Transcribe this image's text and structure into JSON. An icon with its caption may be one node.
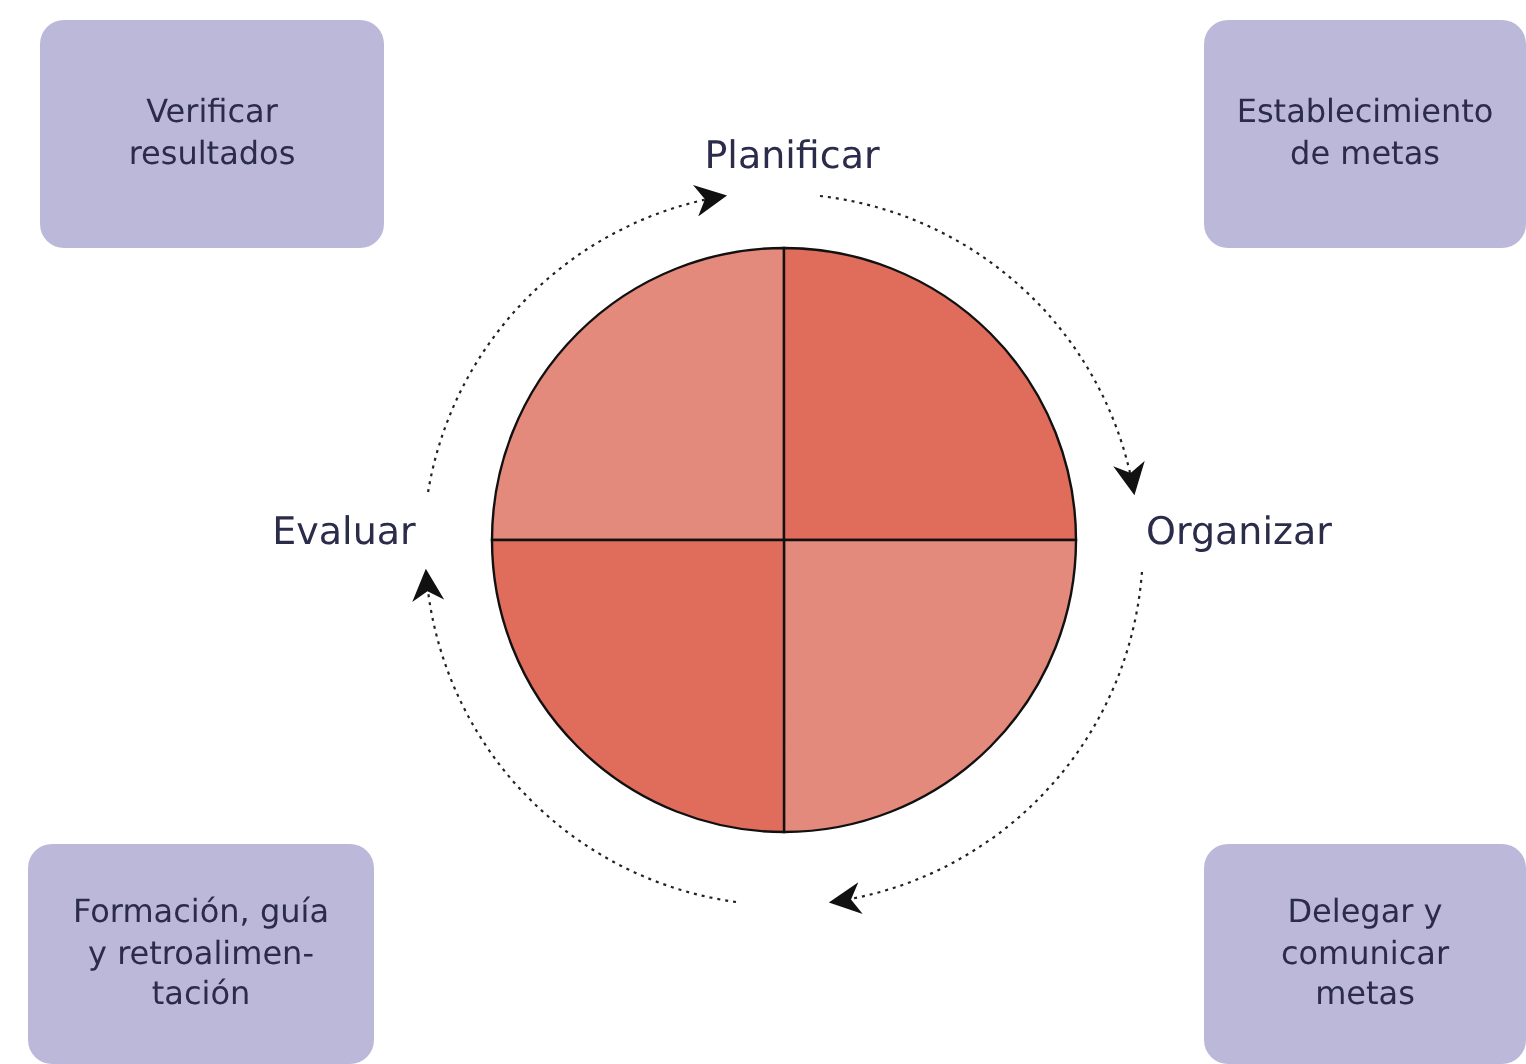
{
  "diagram": {
    "nodes": [
      {
        "text": [
          "Verificar resultados"
        ]
      },
      {
        "text": [
          "Establecimiento de metas"
        ]
      },
      {
        "text": [
          "Planificar"
        ]
      },
      {
        "text": [
          "Evaluar"
        ]
      },
      {
        "text": [
          "Organizar"
        ]
      },
      {
        "text": [
          "Formación, guía y retroalimen-tación"
        ]
      },
      {
        "text": [
          "Delegar y comunicar metas"
        ]
      }
    ],
    "edges": [
      {
        "from": 3,
        "to": 2,
        "arrow": "to",
        "style": "dashed"
      },
      {
        "from": 2,
        "to": 4,
        "arrow": "to",
        "style": "dashed"
      },
      {
        "from": 4,
        "to": null,
        "arrow": "to",
        "style": "dashed"
      },
      {
        "from": null,
        "to": 3,
        "arrow": "to",
        "style": "dashed"
      }
    ]
  }
}
